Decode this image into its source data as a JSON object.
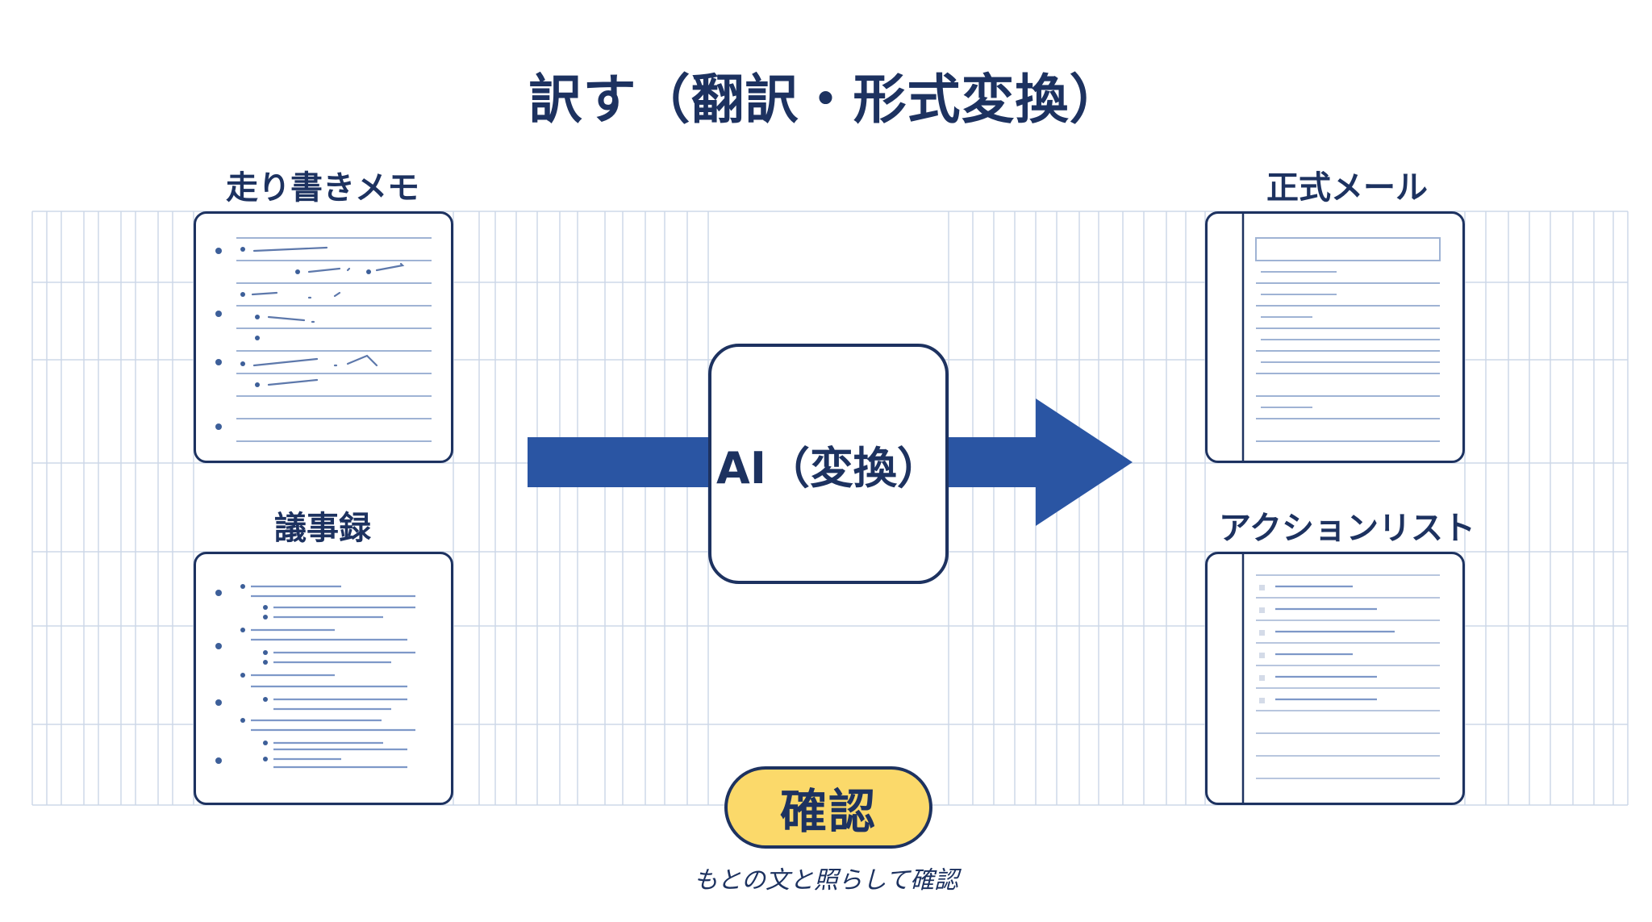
{
  "title": "訳す（翻訳・形式変換）",
  "inputs": [
    {
      "label": "走り書きメモ",
      "icon": "handwritten-memo-document-icon"
    },
    {
      "label": "議事録",
      "icon": "meeting-minutes-document-icon"
    }
  ],
  "processor": {
    "label": "AI（変換）"
  },
  "outputs": [
    {
      "label": "正式メール",
      "icon": "formal-email-document-icon"
    },
    {
      "label": "アクションリスト",
      "icon": "action-list-document-icon"
    }
  ],
  "confirm": {
    "label": "確認",
    "caption": "もとの文と照らして確認"
  },
  "colors": {
    "navy": "#1d3260",
    "arrow": "#2a55a3",
    "confirm_fill": "#fbd96a",
    "grid": "#cdd8e8",
    "doc_line": "#9fb3d4"
  }
}
